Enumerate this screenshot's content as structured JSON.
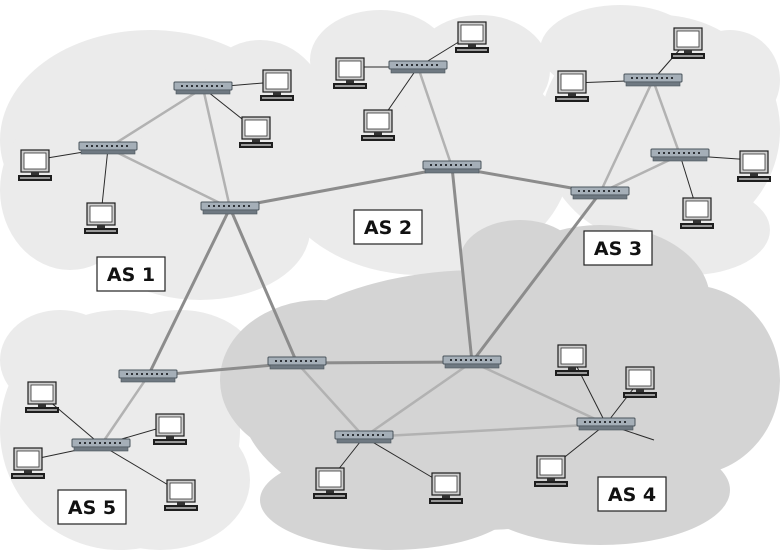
{
  "labels": {
    "as1": "AS 1",
    "as2": "AS 2",
    "as3": "AS 3",
    "as4": "AS 4",
    "as5": "AS 5"
  },
  "colors": {
    "cloud_light": "#e9e9e9",
    "cloud_dark": "#d3d3d3",
    "link_inter": "#8c8c8c",
    "link_intra": "#b0b0b0",
    "link_host": "#2a2a2a",
    "switch_body": "#9aa4ad"
  },
  "icons": {
    "switch": "network-switch-icon",
    "host": "desktop-computer-icon"
  }
}
